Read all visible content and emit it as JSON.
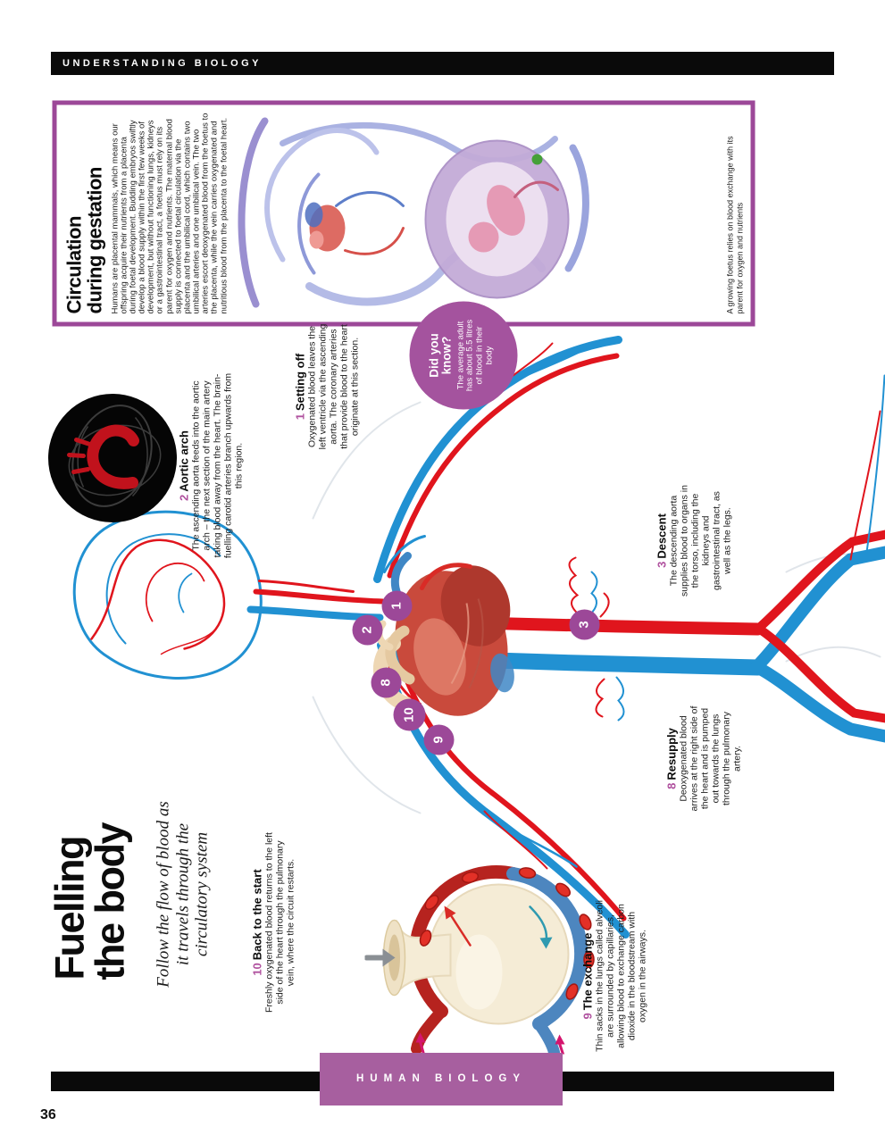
{
  "page": {
    "kicker": "UNDERSTANDING BIOLOGY",
    "page_number": "36",
    "footer_tab": "HUMAN BIOLOGY"
  },
  "article": {
    "title_line1": "Fuelling",
    "title_line2": "the body",
    "subtitle": "Follow the flow of blood as it travels through the circulatory system"
  },
  "sidebar_box": {
    "title_line1": "Circulation",
    "title_line2": "during gestation",
    "body": "Humans are placental mammals, which means our offspring acquire their nutrients from a placenta during foetal development. Budding embryos swiftly develop a blood supply within the first few weeks of development, but without functioning lungs, kidneys or a gastrointestinal tract, a foetus must rely on its parent for oxygen and nutrients. The maternal blood supply is connected to foetal circulation via the placenta and the umbilical cord, which contains two umbilical arteries and one umbilical vein. The two arteries escort deoxygenated blood from the foetus to the placenta, while the vein carries oxygenated and nutritious blood from the placenta to the foetal heart.",
    "caption": "A growing foetus relies on blood exchange with its parent for oxygen and nutrients"
  },
  "did_you_know": {
    "heading": "Did you know?",
    "body": "The average adult has about 5.5 litres of blood in their body"
  },
  "steps": [
    {
      "number": "1",
      "heading": "Setting off",
      "body": "Oxygenated blood leaves the left ventricle via the ascending aorta. The coronary arteries that provide blood to the heart originate at this section."
    },
    {
      "number": "2",
      "heading": "Aortic arch",
      "body": "The ascending aorta feeds into the aortic arch – the next section of the main artery taking blood away from the heart. The brain-fuelling carotid arteries branch upwards from this region."
    },
    {
      "number": "3",
      "heading": "Descent",
      "body": "The descending aorta supplies blood to organs in the torso, including the kidneys and gastrointestinal tract, as well as the legs."
    },
    {
      "number": "8",
      "heading": "Resupply",
      "body": "Deoxygenated blood arrives at the right side of the heart and is pumped out towards the lungs through the pulmonary artery."
    },
    {
      "number": "9",
      "heading": "The exchange",
      "body": "Thin sacks in the lungs called alveoli are surrounded by capillaries, allowing blood to exchange carbon dioxide in the bloodstream with oxygen in the airways."
    },
    {
      "number": "10",
      "heading": "Back to the start",
      "body": "Freshly oxygenated blood returns to the left side of the heart through the pulmonary vein, where the circuit restarts."
    }
  ],
  "colors": {
    "accent_purple": "#9c4898",
    "artery_red": "#e0151d",
    "vein_blue": "#2191d2",
    "footer_purple": "#a75f9f"
  }
}
